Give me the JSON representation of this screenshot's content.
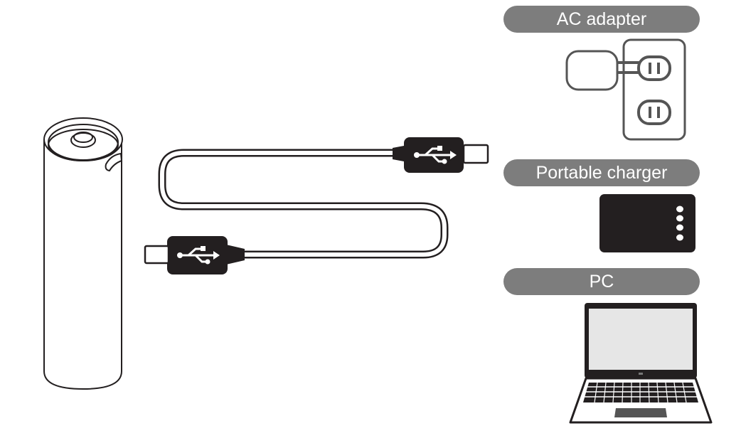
{
  "labels": {
    "ac_adapter": "AC adapter",
    "portable_charger": "Portable charger",
    "pc": "PC"
  },
  "colors": {
    "label_background": "#7d7d7d",
    "label_text": "#ffffff",
    "line_art": "#231f20",
    "outlet_stroke": "#555555",
    "screen": "#e6e6e6"
  },
  "icons": {
    "battery": "battery-icon",
    "cable": "usb-cable-icon",
    "outlet": "wall-outlet-icon",
    "adapter": "ac-adapter-icon",
    "charger": "power-bank-icon",
    "laptop": "laptop-icon"
  }
}
